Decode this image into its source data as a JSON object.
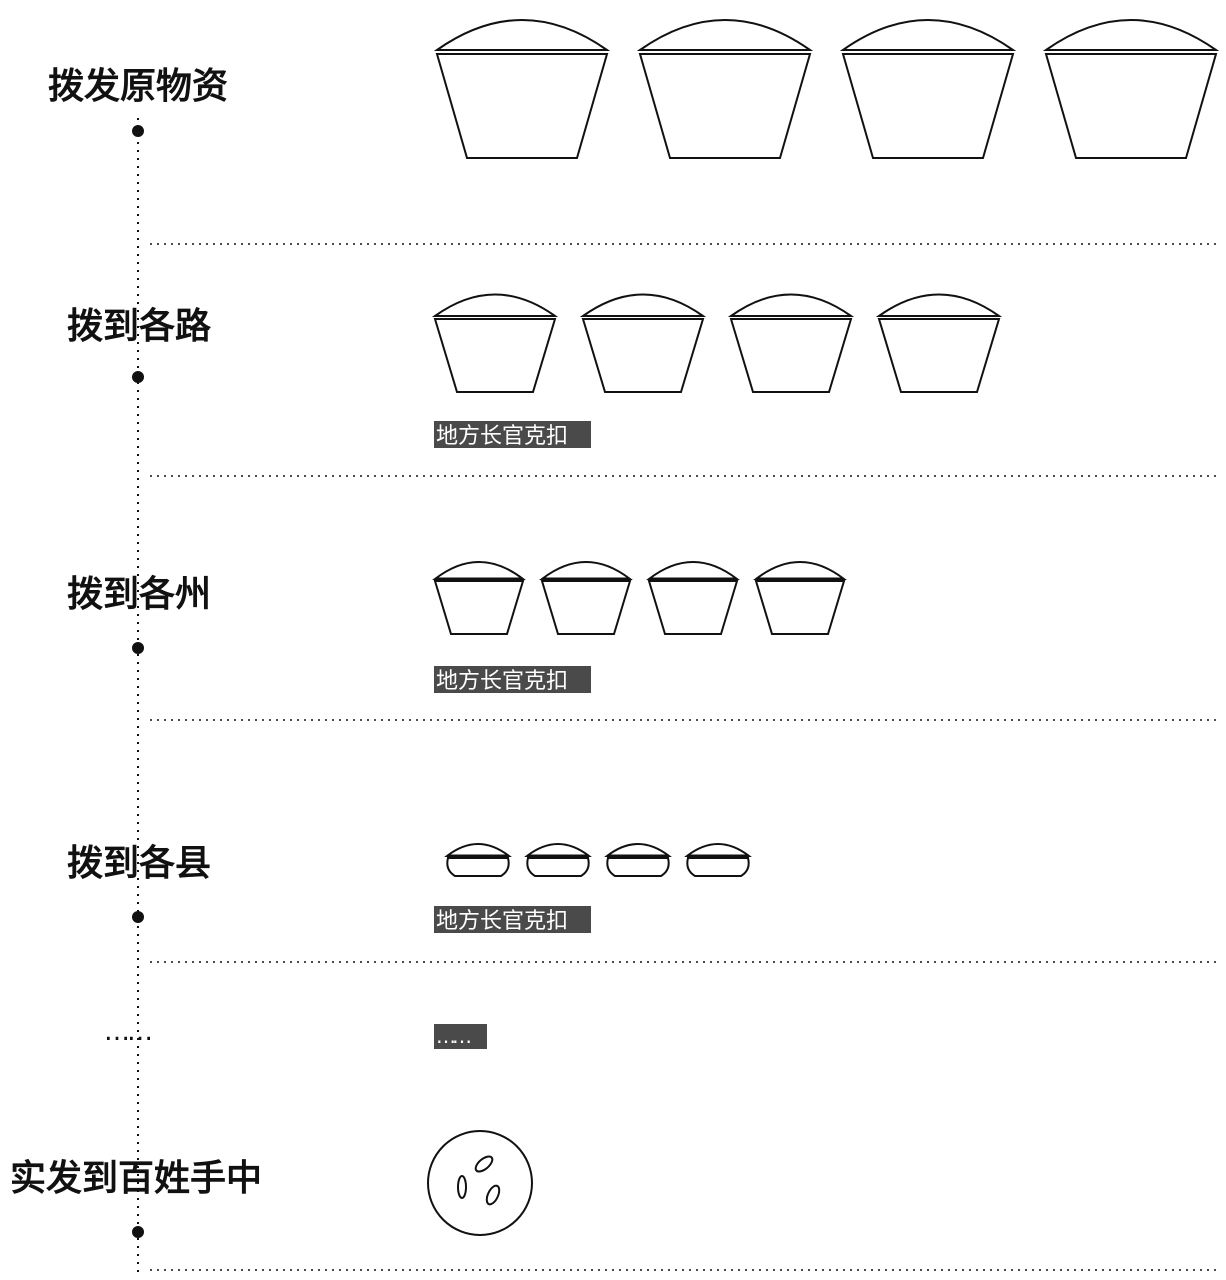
{
  "colors": {
    "ink": "#111111",
    "note_bg": "#4a4a4a",
    "note_text": "#ffffff",
    "background": "#ffffff"
  },
  "stages": [
    {
      "id": "original",
      "label": "拨发原物资",
      "container": "bowl",
      "scale": "large",
      "count": 4,
      "note": ""
    },
    {
      "id": "lu",
      "label": "拨到各路",
      "container": "bowl",
      "scale": "medium",
      "count": 4,
      "note": "地方长官克扣"
    },
    {
      "id": "zhou",
      "label": "拨到各州",
      "container": "bowl",
      "scale": "small",
      "count": 4,
      "note": "地方长官克扣"
    },
    {
      "id": "xian",
      "label": "拨到各县",
      "container": "dish",
      "scale": "tiny",
      "count": 4,
      "note": "地方长官克扣"
    },
    {
      "id": "etc",
      "label": "……",
      "container": "none",
      "scale": "none",
      "count": 0,
      "note": "……"
    },
    {
      "id": "people",
      "label": "实发到百姓手中",
      "container": "plate",
      "scale": "grains",
      "count": 1,
      "note": ""
    }
  ]
}
